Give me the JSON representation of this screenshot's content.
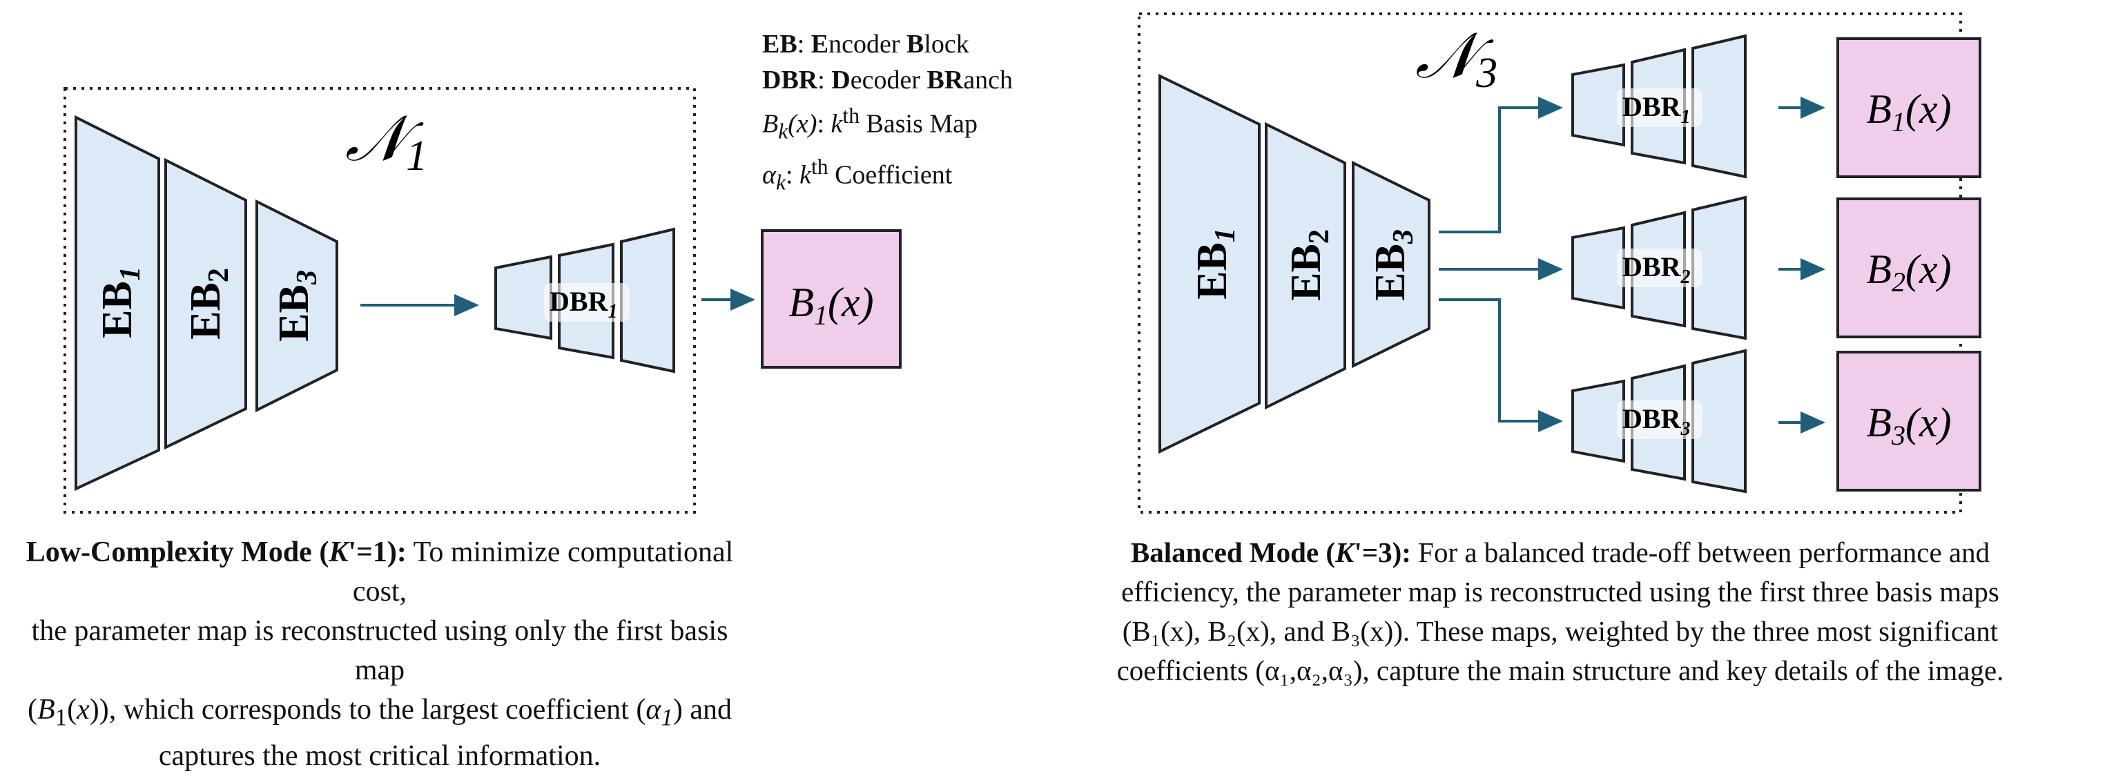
{
  "legend": {
    "eb": {
      "abbr": "EB",
      "sep": ": ",
      "w1_bold": "E",
      "w1_rest": "ncoder ",
      "w2_bold": "B",
      "w2_rest": "lock"
    },
    "dbr": {
      "abbr": "DBR",
      "sep": ": ",
      "w1_bold": "D",
      "w1_rest": "ecoder ",
      "w2_bold": "BR",
      "w2_rest": "anch"
    },
    "basis": {
      "sym": "B",
      "sub": "k",
      "arg": "(x)",
      "colon": ": ",
      "k": "k",
      "sup": "th",
      "text": " Basis Map"
    },
    "coef": {
      "sym": "α",
      "sub": "k",
      "colon": ": ",
      "k": "k",
      "sup": "th",
      "text": " Coefficient"
    }
  },
  "left_panel": {
    "network": {
      "sym": "𝒩",
      "sub": "1"
    },
    "encoders": [
      {
        "base": "EB",
        "sub": "1"
      },
      {
        "base": "EB",
        "sub": "2"
      },
      {
        "base": "EB",
        "sub": "3"
      }
    ],
    "branches": [
      {
        "base": "DBR",
        "sub": "1"
      }
    ],
    "outputs": [
      {
        "base": "B",
        "sub": "1",
        "arg": "(x)"
      }
    ]
  },
  "right_panel": {
    "network": {
      "sym": "𝒩",
      "sub": "3"
    },
    "encoders": [
      {
        "base": "EB",
        "sub": "1"
      },
      {
        "base": "EB",
        "sub": "2"
      },
      {
        "base": "EB",
        "sub": "3"
      }
    ],
    "branches": [
      {
        "base": "DBR",
        "sub": "1"
      },
      {
        "base": "DBR",
        "sub": "2"
      },
      {
        "base": "DBR",
        "sub": "3"
      }
    ],
    "outputs": [
      {
        "base": "B",
        "sub": "1",
        "arg": "(x)"
      },
      {
        "base": "B",
        "sub": "2",
        "arg": "(x)"
      },
      {
        "base": "B",
        "sub": "3",
        "arg": "(x)"
      }
    ]
  },
  "captions": {
    "left": {
      "title": "Low-Complexity Mode (",
      "k": "K",
      "kval": "'=1):",
      "l1": " To minimize computational cost,",
      "l2": "the parameter map is reconstructed using only the first basis map",
      "l3a": "(",
      "l3b": "B",
      "l3c": "1",
      "l3d": "(",
      "l3e": "x",
      "l3f": ")), which corresponds to the largest coefficient (",
      "l3g": "α",
      "l3h": "1",
      "l3i": ") and",
      "l4": "captures the most critical information."
    },
    "right": {
      "title": "Balanced Mode (",
      "k": "K",
      "kval": "'=3):",
      "l1": " For a balanced trade-off between performance and",
      "l2": "efficiency, the parameter map is reconstructed using the first three basis maps",
      "l3": "(B₁(x), B₂(x), and B₃(x)). These maps, weighted by the three most significant",
      "l4": "coefficients (α₁,α₂,α₃), capture the main structure and key details of the image."
    }
  },
  "colors": {
    "encoder_fill": "#dce9f6",
    "branch_fill": "#dce9f6",
    "output_fill": "#f0cdea",
    "arrow": "#1f5f7a",
    "stroke": "#222222"
  }
}
